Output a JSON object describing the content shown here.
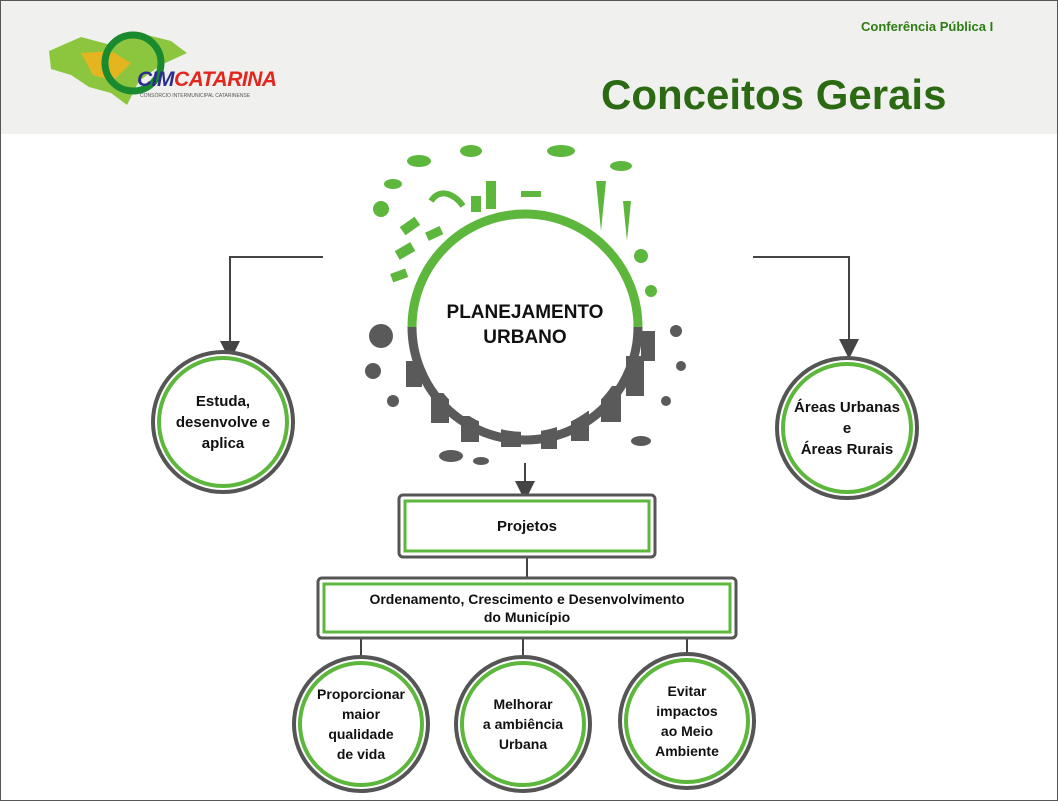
{
  "header": {
    "conference": "Conferência Pública I",
    "title": "Conceitos Gerais"
  },
  "logo": {
    "text_part1": "CIM",
    "text_part2": "CATARINA",
    "subtitle": "CONSÓRCIO INTERMUNICIPAL CATARINENSE"
  },
  "colors": {
    "accent_green": "#5cb73c",
    "title_green": "#2b6a12",
    "dark_border": "#555555"
  },
  "diagram": {
    "center_label": "PLANEJAMENTO\nURBANO",
    "left_circle": "Estuda,\ndesenvolve e\naplica",
    "right_circle": "Áreas Urbanas\ne\nÁreas Rurais",
    "projects_box": "Projetos",
    "ordering_box": "Ordenamento, Crescimento e Desenvolvimento\ndo Município",
    "bottom_circles": [
      "Proporcionar\nmaior\nqualidade\nde vida",
      "Melhorar\na ambiência\nUrbana",
      "Evitar\nimpactos\nao Meio\nAmbiente"
    ]
  }
}
